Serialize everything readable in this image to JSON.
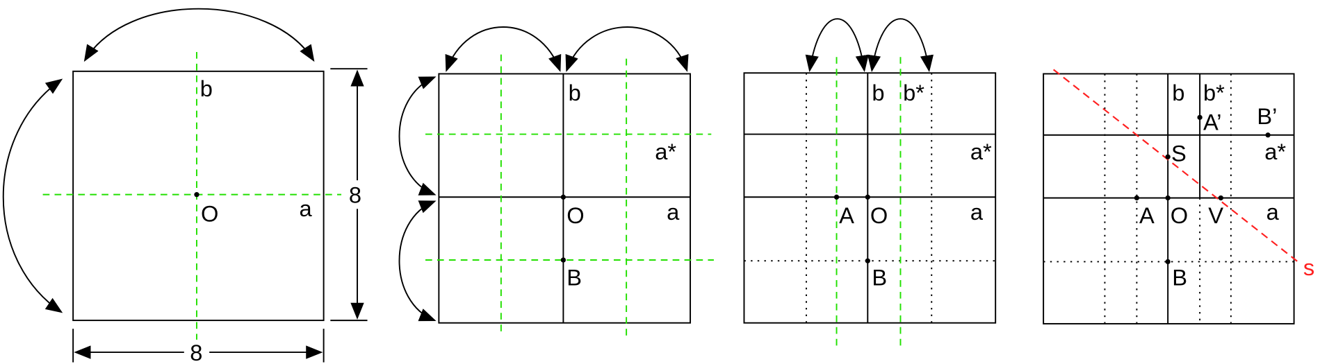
{
  "panel1": {
    "b": "b",
    "O": "O",
    "a": "a",
    "dim_v": "8",
    "dim_h": "8"
  },
  "panel2": {
    "b": "b",
    "a_star": "a*",
    "O": "O",
    "a": "a",
    "B": "B"
  },
  "panel3": {
    "b": "b",
    "b_star": "b*",
    "a_star": "a*",
    "A": "A",
    "O": "O",
    "a": "a",
    "B": "B"
  },
  "panel4": {
    "b": "b",
    "b_star": "b*",
    "A_prime": "A’",
    "B_prime": "B’",
    "a_star": "a*",
    "S": "S",
    "A": "A",
    "O": "O",
    "V": "V",
    "a": "a",
    "B": "B",
    "s": "s"
  },
  "colors": {
    "axis": "#22e000",
    "line_s": "#ff2020"
  }
}
